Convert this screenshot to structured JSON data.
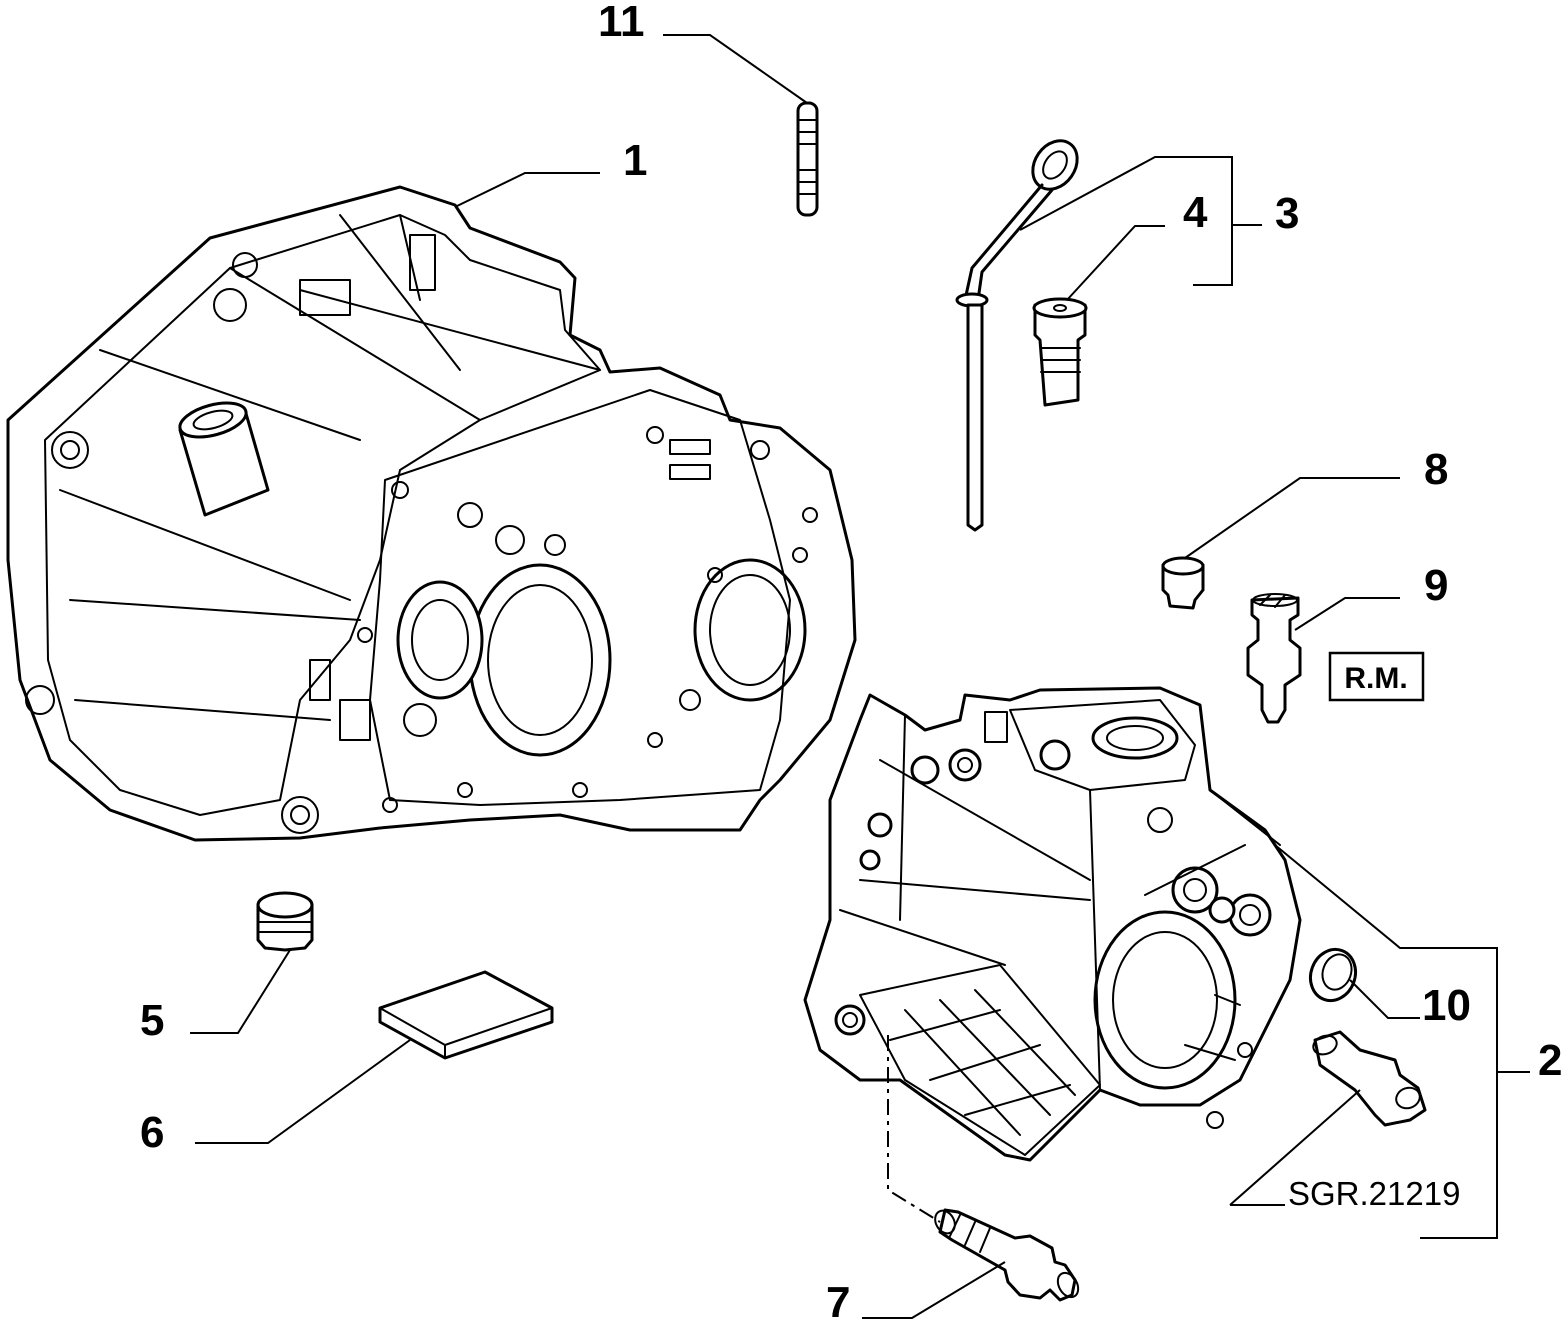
{
  "callouts": {
    "c1": "1",
    "c2": "2",
    "c3": "3",
    "c4": "4",
    "c5": "5",
    "c6": "6",
    "c7": "7",
    "c8": "8",
    "c9": "9",
    "c10": "10",
    "c11": "11"
  },
  "rm_label": "R.M.",
  "drawing_code": "SGR.21219"
}
